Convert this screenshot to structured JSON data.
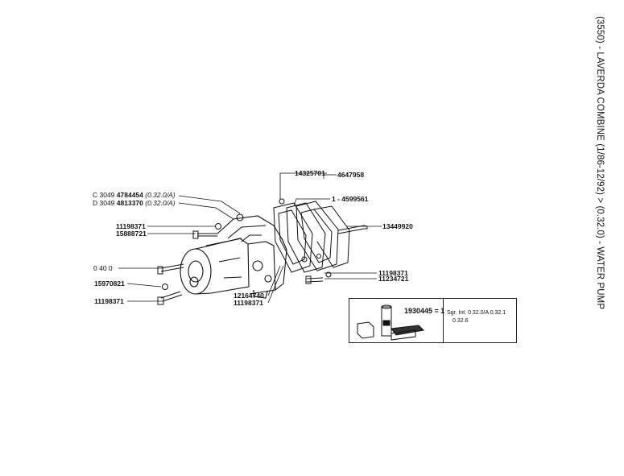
{
  "title": "(3550) - LAVERDA COMBINE (1/86-12/92) > (0.32.0) - WATER PUMP",
  "callouts": {
    "c1_prefix": "C 3049",
    "c1_part": "4784454",
    "c1_note": "(0.32.0/A)",
    "c2_prefix": "D 3049",
    "c2_part": "4813370",
    "c2_note": "(0.32.0/A)",
    "p11198371_a": "11198371",
    "p15888721": "15888721",
    "p0400": "0 40 0",
    "p15970821": "15970821",
    "p11198371_b": "11198371",
    "p14325701": "14325701",
    "p4647958": "4647958",
    "p4599561": "1 - 4599561",
    "p13449920": "13449920",
    "p11198371_c": "11198371",
    "p11234721": "11234721",
    "p12164740": "12164740",
    "p11198371_d": "11198371"
  },
  "kit_box": {
    "code": "1930445 = 1",
    "line1": "Sgr. Int. 0.32.0/A    0.32.1",
    "line2": "0.32.6"
  }
}
